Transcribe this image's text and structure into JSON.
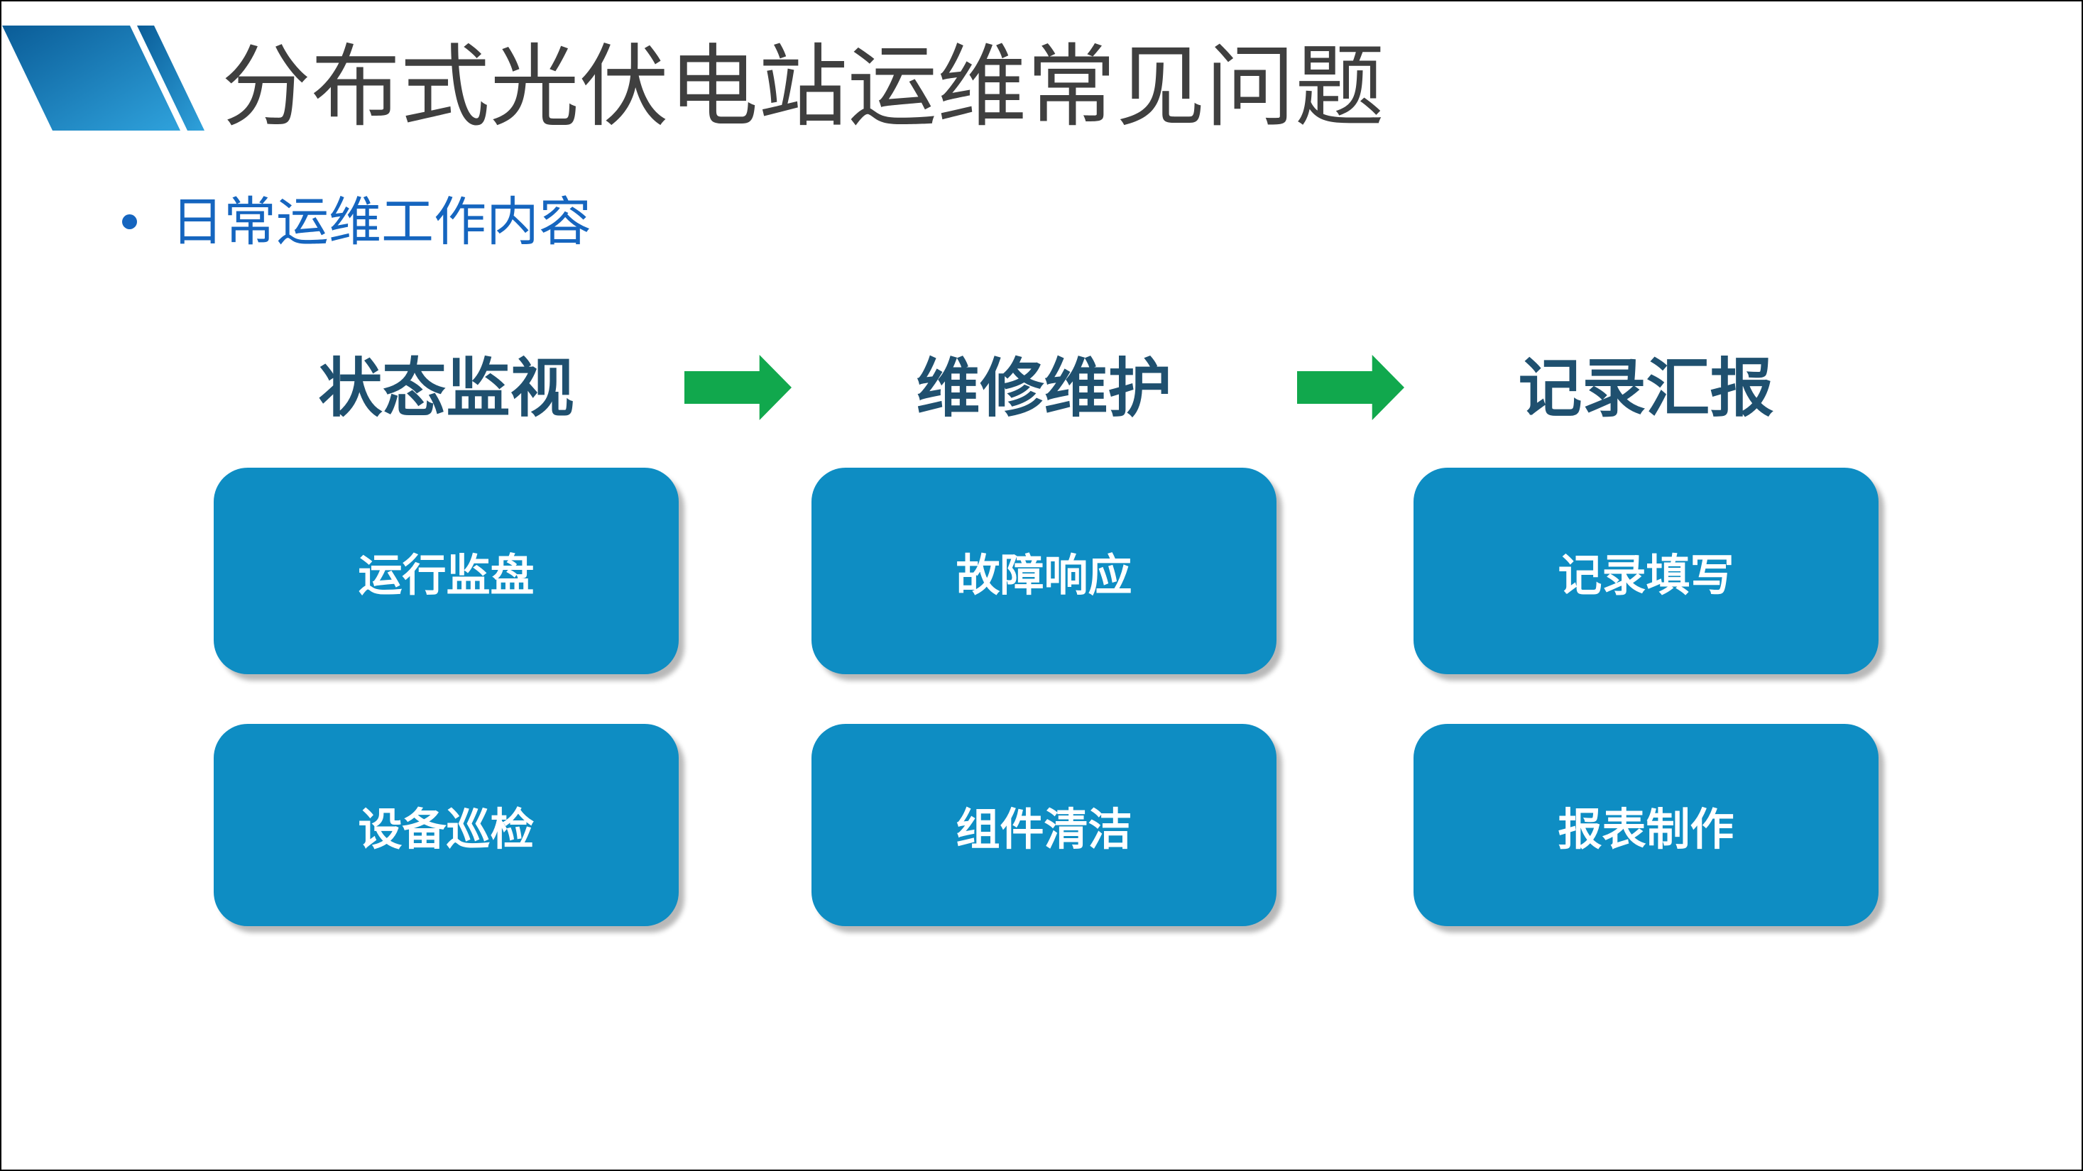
{
  "slide": {
    "title": "分布式光伏电站运维常见问题",
    "bullet": {
      "marker_icon": "filled-circle-bullet",
      "text": "日常运维工作内容"
    },
    "logo_icon": "slanted-stripes-logo"
  },
  "workflow": {
    "arrow_icon": "right-block-arrow",
    "stages": [
      {
        "label": "状态监视",
        "tasks": [
          "运行监盘",
          "设备巡检"
        ]
      },
      {
        "label": "维修维护",
        "tasks": [
          "故障响应",
          "组件清洁"
        ]
      },
      {
        "label": "记录汇报",
        "tasks": [
          "记录填写",
          "报表制作"
        ]
      }
    ]
  },
  "colors": {
    "background": "#FFFFFF",
    "slide_border": "#000000",
    "title_text": "#3F3F3F",
    "bullet_text": "#1565BF",
    "stage_header_text": "#1F506F",
    "arrow_green": "#11A84D",
    "task_box_fill": "#0E8DC3",
    "task_box_text": "#FFFFFF",
    "logo_gradient_start": "#0A5C97",
    "logo_gradient_end": "#2FA2DC"
  }
}
